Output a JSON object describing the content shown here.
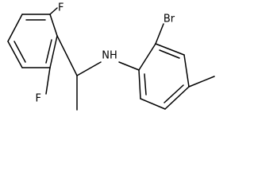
{
  "molecule": {
    "labels": {
      "fluorine_top": "F",
      "fluorine_bottom": "F",
      "amine": "NH",
      "bromine": "Br"
    },
    "colors": {
      "bond": "#000000",
      "label": "#000000",
      "background": "#ffffff"
    }
  }
}
